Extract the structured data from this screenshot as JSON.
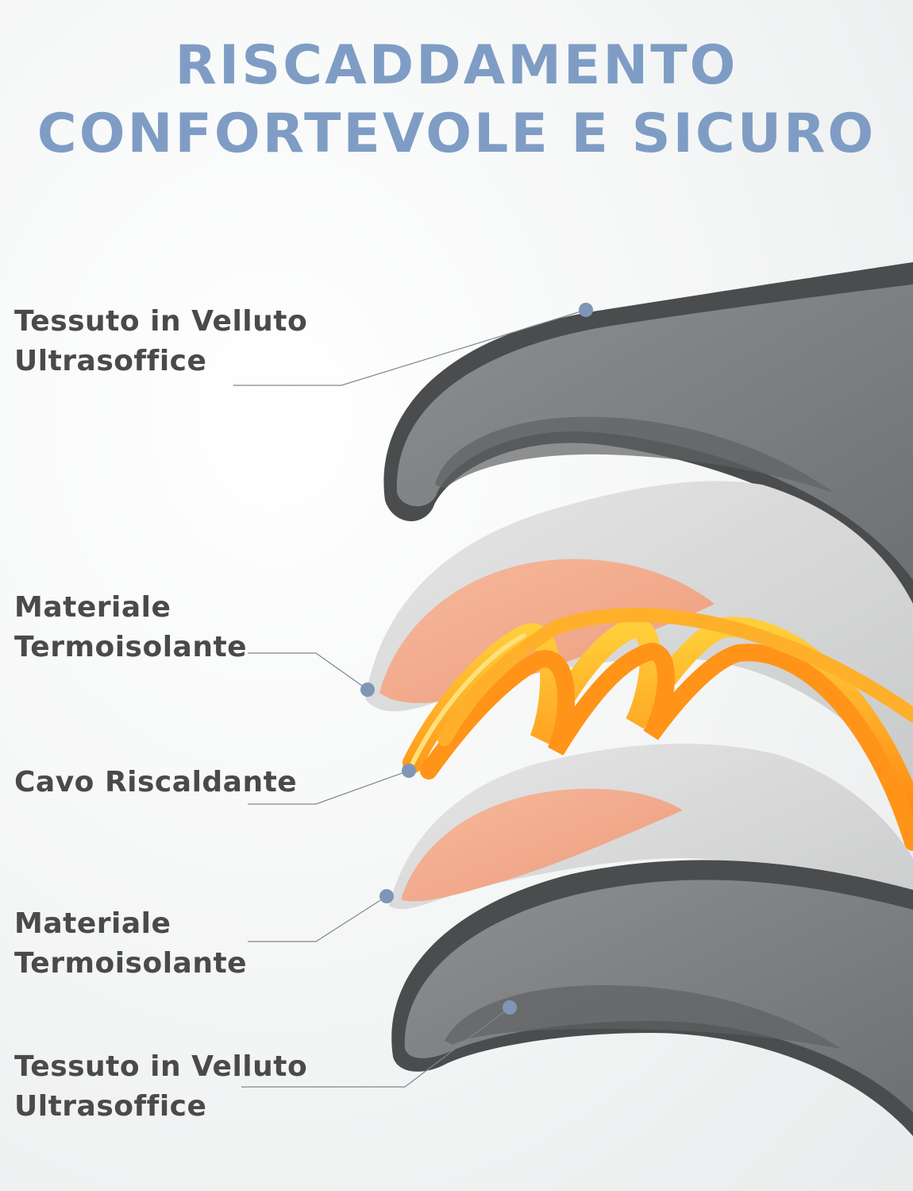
{
  "title": {
    "line1": "RISCADDAMENTO",
    "line2": "CONFORTEVOLE E SICURO",
    "color": "#7f9dc4"
  },
  "layers": [
    {
      "line1": "Tessuto in Velluto",
      "line2": "Ultrasoffice"
    },
    {
      "line1": "Materiale",
      "line2": "Termoisolante"
    },
    {
      "line1": "Cavo Riscaldante",
      "line2": ""
    },
    {
      "line1": "Materiale",
      "line2": "Termoisolante"
    },
    {
      "line1": "Tessuto in Velluto",
      "line2": "Ultrasoffice"
    }
  ],
  "colors": {
    "velvet": "#7b7d7f",
    "velvet_edge": "#4a4b4d",
    "insulation_outer": "#d9dadb",
    "insulation_inner": "#f2a98a",
    "cable": "#ff9a1a",
    "cable_core": "#ffd23a",
    "marker": "#8096b6",
    "leader": "#7f8790"
  }
}
